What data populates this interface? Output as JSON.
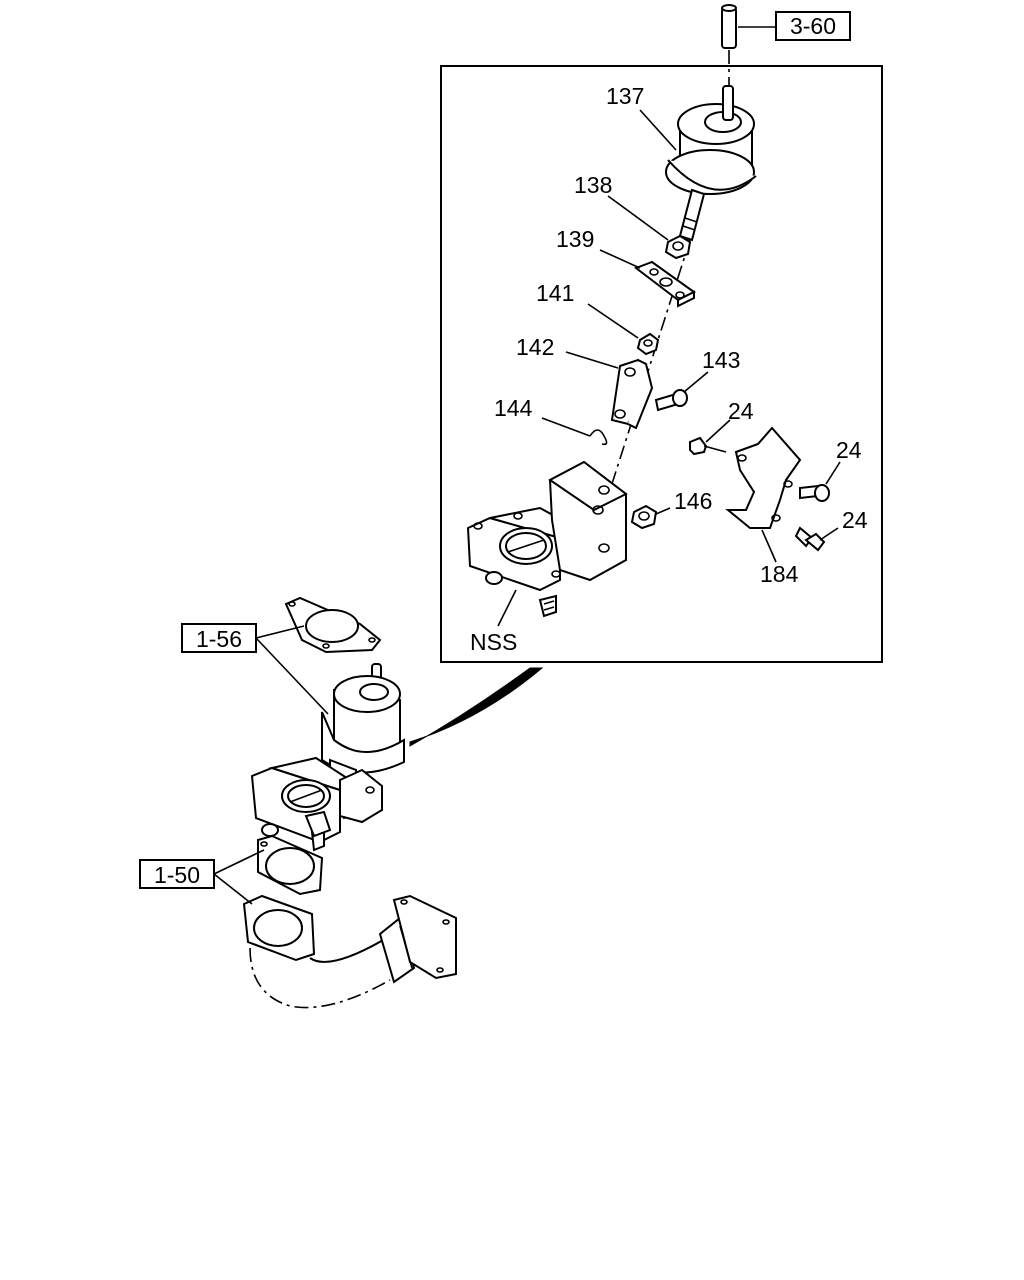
{
  "diagram": {
    "references": {
      "top": "3-60",
      "gasket": "1-56",
      "pipe": "1-50"
    },
    "callouts": {
      "c137": "137",
      "c138": "138",
      "c139": "139",
      "c141": "141",
      "c142": "142",
      "c143": "143",
      "c144": "144",
      "c146": "146",
      "c24a": "24",
      "c24b": "24",
      "c24c": "24",
      "c184": "184",
      "nss": "NSS"
    }
  }
}
